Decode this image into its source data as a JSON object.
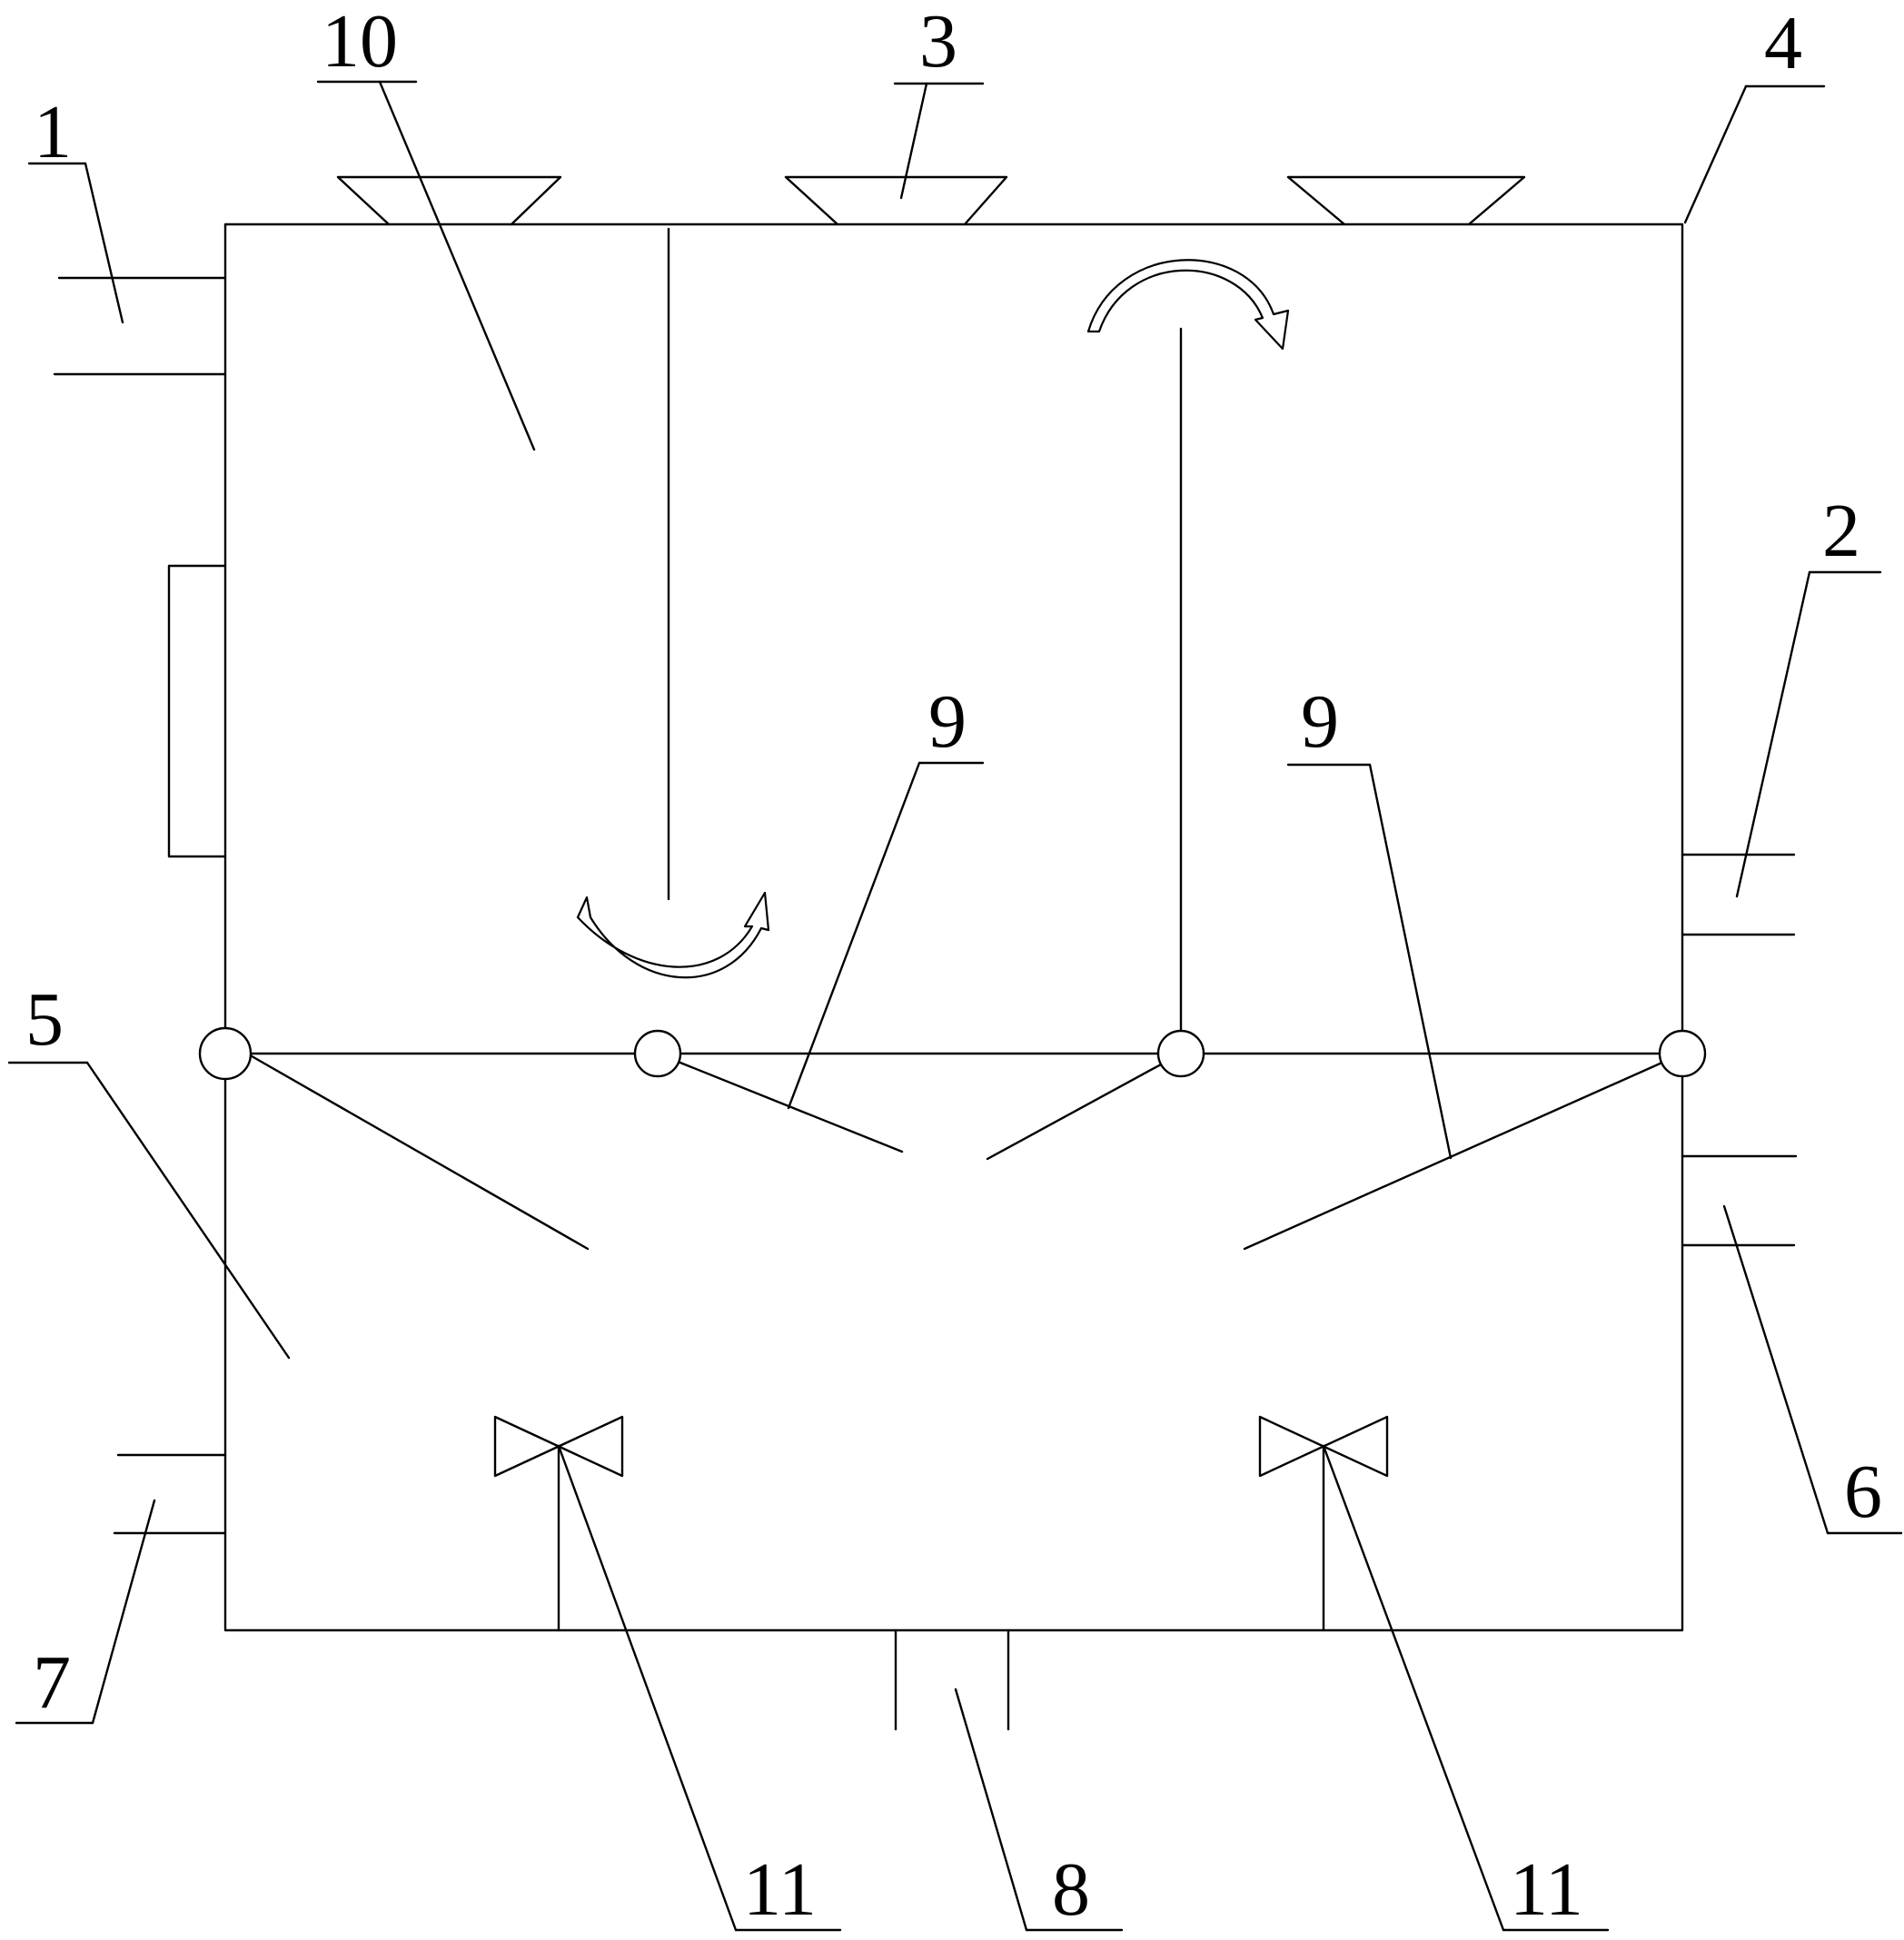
{
  "labels": {
    "l1": "1",
    "l2": "2",
    "l3": "3",
    "l4": "4",
    "l5": "5",
    "l6": "6",
    "l7": "7",
    "l8": "8",
    "l9a": "9",
    "l9b": "9",
    "l10": "10",
    "l11a": "11",
    "l11b": "11"
  }
}
